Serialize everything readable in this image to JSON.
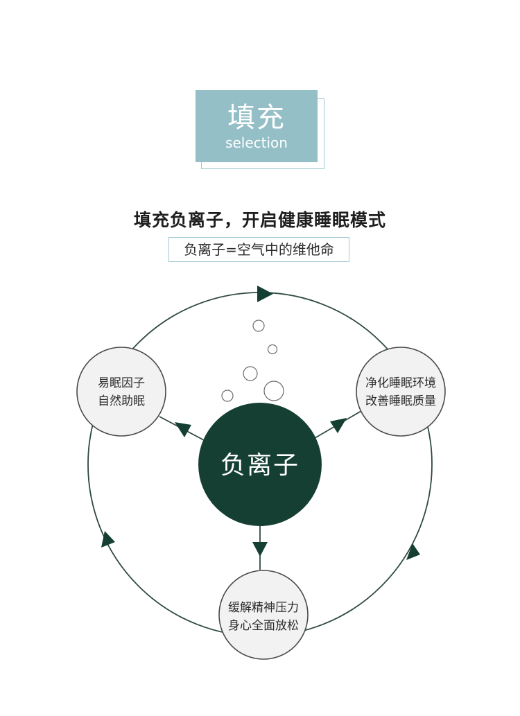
{
  "header": {
    "title_cn": "填充",
    "title_en": "selection"
  },
  "headline": "填充负离子，开启健康睡眠模式",
  "subheadline": "负离子=空气中的维他命",
  "diagram": {
    "center_label": "负离子",
    "nodes": {
      "left": {
        "line1": "易眠因子",
        "line2": "自然助眠"
      },
      "right": {
        "line1": "净化睡眠环境",
        "line2": "改善睡眠质量"
      },
      "bottom": {
        "line1": "缓解精神压力",
        "line2": "身心全面放松"
      }
    }
  },
  "colors": {
    "accent_teal": "#94bfc6",
    "dark_green": "#163f34",
    "node_fill": "#f2f2f2",
    "line": "#3a3a3a"
  }
}
